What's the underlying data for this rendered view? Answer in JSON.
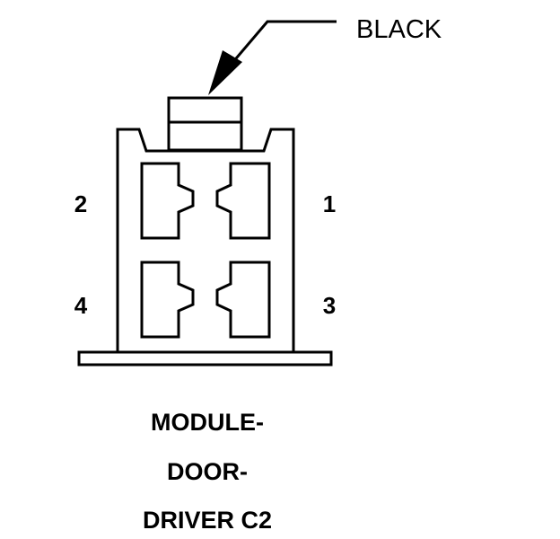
{
  "connector": {
    "color_label": "BLACK",
    "pins": [
      {
        "number": "1"
      },
      {
        "number": "2"
      },
      {
        "number": "3"
      },
      {
        "number": "4"
      }
    ],
    "title_lines": [
      "MODULE-",
      "DOOR-",
      "DRIVER C2"
    ]
  },
  "colors": {
    "ink": "#000000",
    "background": "#ffffff"
  }
}
